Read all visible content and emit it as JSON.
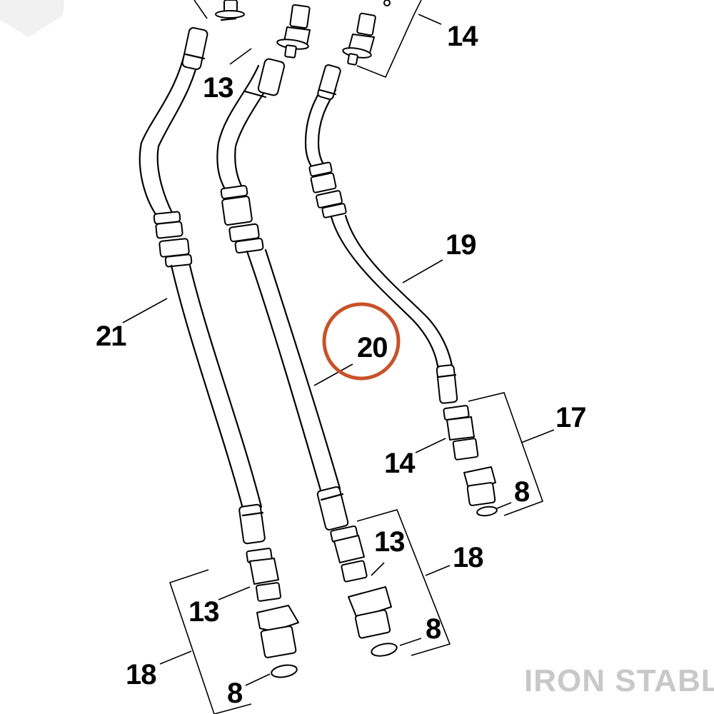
{
  "callouts": {
    "c14_top": "14",
    "c13_top": "13",
    "c19": "19",
    "c21": "21",
    "c20": "20",
    "c17": "17",
    "c14_mid": "14",
    "c8_mid": "8",
    "c13_mid": "13",
    "c18_mid": "18",
    "c8_mid2": "8",
    "c13_bot": "13",
    "c18_bot": "18",
    "c8_bot": "8"
  },
  "watermark": "IRON STABLE",
  "colors": {
    "highlight_circle": "#c8522a",
    "line": "#000000",
    "watermark": "#c8c8c8"
  }
}
